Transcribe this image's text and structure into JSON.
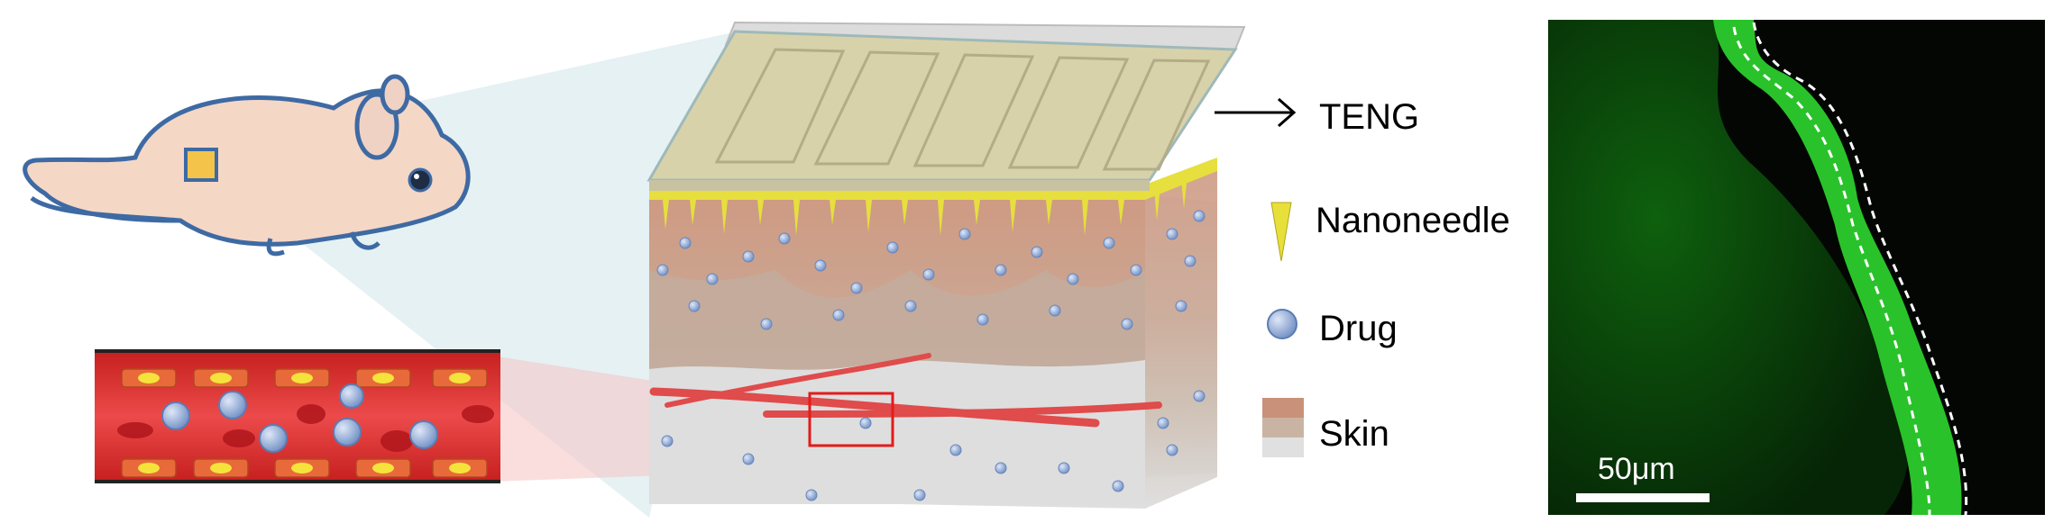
{
  "legend": {
    "teng": "TENG",
    "nanoneedle": "Nanoneedle",
    "drug": "Drug",
    "skin": "Skin"
  },
  "micrograph": {
    "scale_bar": "50μm"
  },
  "colors": {
    "vessel_red": "#e03a3a",
    "drug_blue": "#9fb6dc",
    "nanoneedle_yellow": "#e8e03a",
    "teng_plate": "#d9d3ae",
    "skin_top": "#c9917a",
    "skin_mid": "#c9b4a4",
    "skin_bottom": "#e0e0e0",
    "fluorescence_green": "#2ecc2e",
    "highlight_box": "#e41b1b"
  }
}
